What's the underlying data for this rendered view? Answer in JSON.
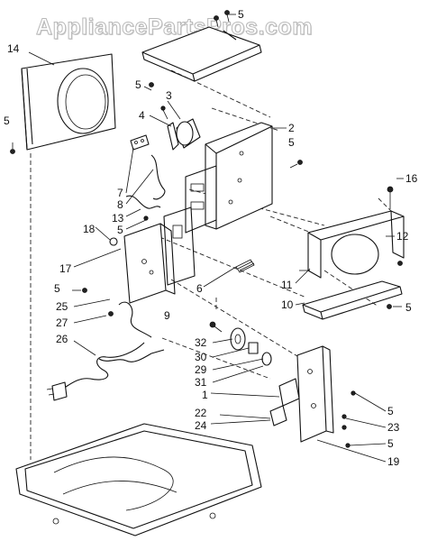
{
  "watermark": "AppliancePartsPros.com",
  "callouts": {
    "c1": "1",
    "c2": "2",
    "c3": "3",
    "c4": "4",
    "c5_top": "5",
    "c5_screw_left": "5",
    "c5_bracket": "5",
    "c5_right": "5",
    "c5_base": "5",
    "c5_mid": "5",
    "c5_lowerleft": "5",
    "c5_bottom": "5",
    "c6": "6",
    "c7": "7",
    "c8": "8",
    "c9": "9",
    "c10": "10",
    "c11": "11",
    "c12": "12",
    "c13": "13",
    "c14": "14",
    "c16": "16",
    "c17": "17",
    "c18": "18",
    "c19": "19",
    "c22": "22",
    "c23": "23",
    "c24": "24",
    "c25": "25",
    "c26": "26",
    "c27": "27",
    "c29": "29",
    "c30": "30",
    "c31": "31",
    "c32": "32"
  }
}
